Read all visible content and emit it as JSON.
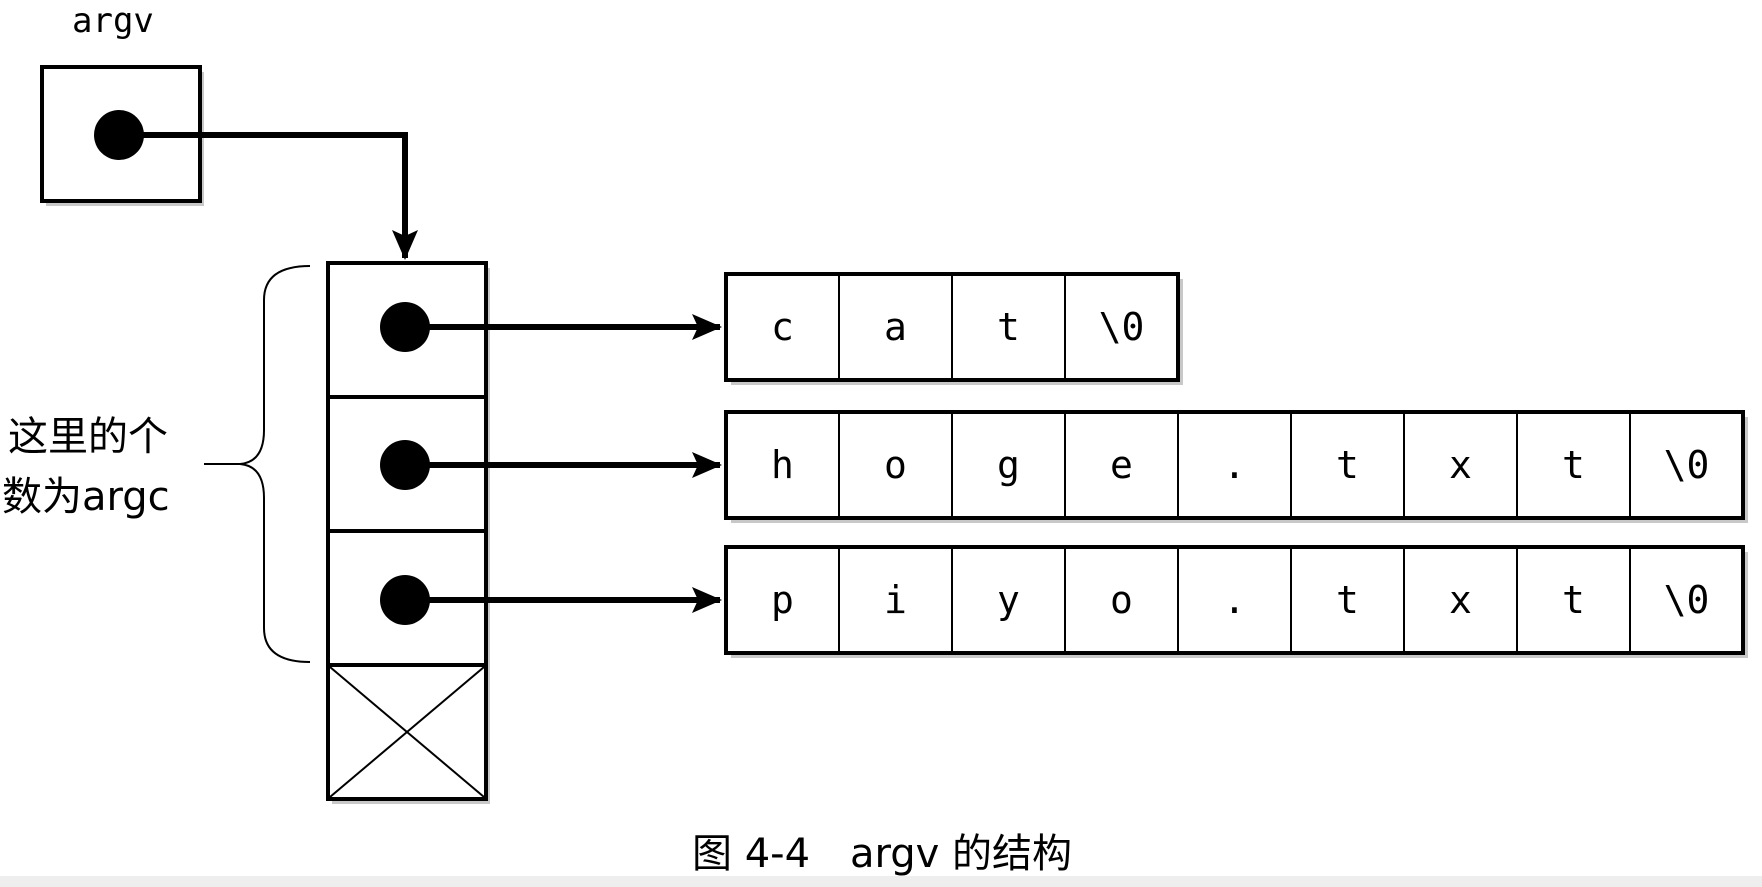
{
  "diagram": {
    "pointer_label": "argv",
    "side_note": [
      "这里的个",
      "数为argc"
    ],
    "caption_number": "图 4-4",
    "caption_text": "argv 的结构",
    "strings": [
      [
        "c",
        "a",
        "t",
        "\\0"
      ],
      [
        "h",
        "o",
        "g",
        "e",
        ".",
        "t",
        "x",
        "t",
        "\\0"
      ],
      [
        "p",
        "i",
        "y",
        "o",
        ".",
        "t",
        "x",
        "t",
        "\\0"
      ]
    ],
    "colors": {
      "ink": "#000000",
      "shadow": "#c8c8c8",
      "background": "#ffffff"
    }
  }
}
